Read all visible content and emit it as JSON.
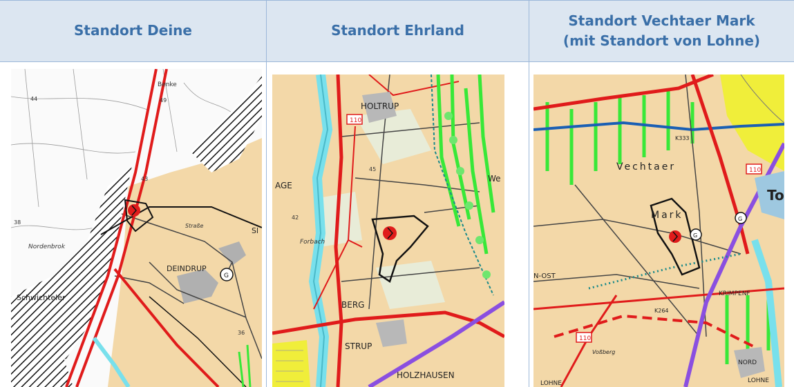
{
  "columns": [
    {
      "title": "Standort Deine"
    },
    {
      "title": "Standort Ehrland"
    },
    {
      "title_line1": "Standort Vechtaer Mark",
      "title_line2": "(mit Standort von Lohne)"
    }
  ],
  "map1": {
    "labels": {
      "place_north": "Benke",
      "place_sl": "Sl",
      "place_nordenbrok": "Nordenbrok",
      "place_deindrup": "DEINDRUP",
      "place_schwichteler": "Schwichteler",
      "badge_g": "G",
      "elev_43": "43",
      "elev_44": "44",
      "elev_49": "49",
      "elev_38": "38",
      "elev_36": "36",
      "street": "Straße"
    }
  },
  "map2": {
    "labels": {
      "place_holtrup": "HOLTRUP",
      "place_age": "AGE",
      "place_we": "We",
      "place_berg": "BERG",
      "place_strup": "STRUP",
      "place_holzhausen": "HOLZHAUSEN",
      "road_110": "110",
      "stream": "Forbach",
      "elev_45": "45",
      "elev_42": "42"
    }
  },
  "map3": {
    "labels": {
      "place_vechtaer": "Vechtaer",
      "place_mark": "Mark",
      "place_to": "To",
      "place_nost": "N-OST",
      "place_krimpenf": "KRIMPENF",
      "place_nord": "NORD",
      "place_lohne": "LOHNE",
      "place_lohne2": "LOHNE",
      "place_vossberg": "Voßberg",
      "road_110": "110",
      "road_110b": "110",
      "road_k264": "K264",
      "road_k333": "K333",
      "badge_g1": "G",
      "badge_g2": "G"
    }
  },
  "colors": {
    "header_bg": "#dce6f1",
    "header_text": "#3a6fa8",
    "divider": "#9bb7d9",
    "settlement": "#f3d8a8",
    "road_red": "#e01b1b",
    "river": "#78e0ec",
    "green_zone": "#38e838",
    "power_line": "#8a4fe0",
    "yellow_area": "#f0ee3a"
  }
}
